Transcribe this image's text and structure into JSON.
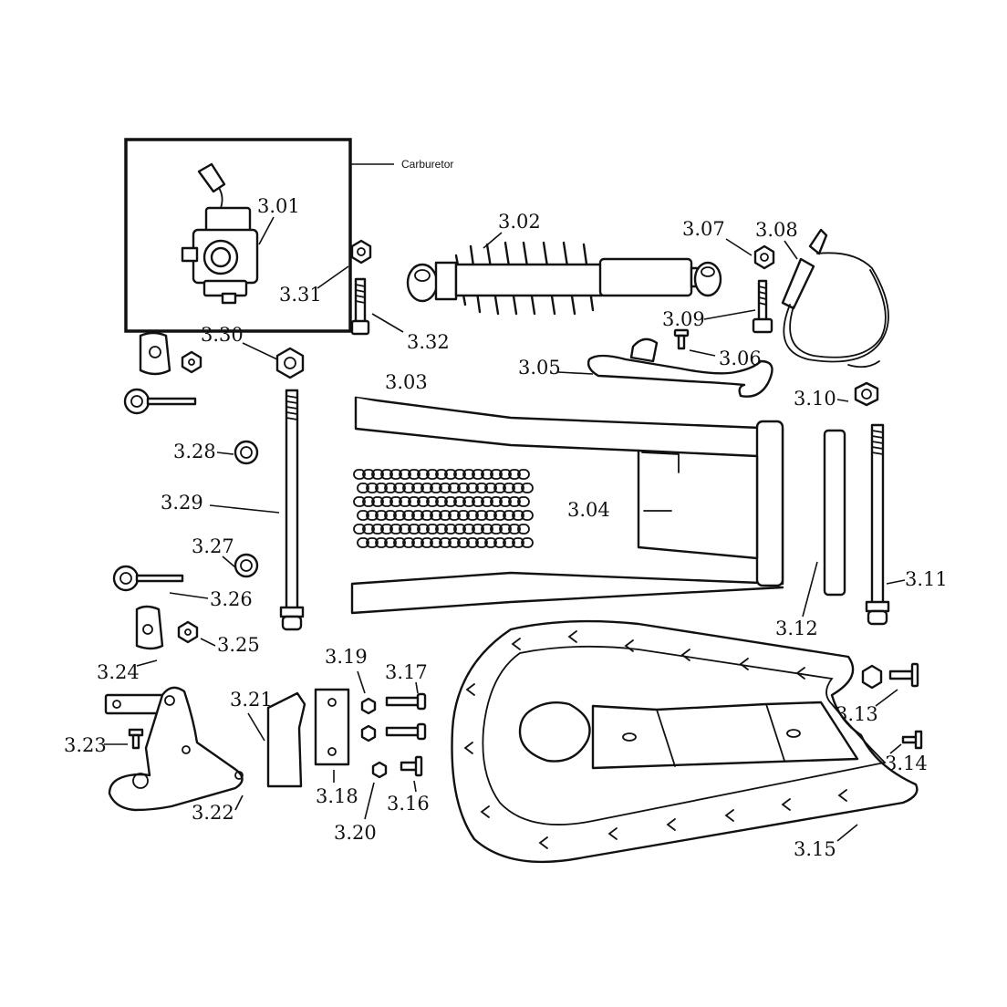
{
  "carburetor_box": {
    "caption": "Carburetor"
  },
  "callouts": {
    "c301": "3.01",
    "c302": "3.02",
    "c303": "3.03",
    "c304": "3.04",
    "c305": "3.05",
    "c306": "3.06",
    "c307": "3.07",
    "c308": "3.08",
    "c309": "3.09",
    "c310": "3.10",
    "c311": "3.11",
    "c312": "3.12",
    "c313": "3.13",
    "c314": "3.14",
    "c315": "3.15",
    "c316": "3.16",
    "c317": "3.17",
    "c318": "3.18",
    "c319": "3.19",
    "c320": "3.20",
    "c321": "3.21",
    "c322": "3.22",
    "c323": "3.23",
    "c324": "3.24",
    "c325": "3.25",
    "c326": "3.26",
    "c327": "3.27",
    "c328": "3.28",
    "c329": "3.29",
    "c330": "3.30",
    "c331": "3.31",
    "c332": "3.32"
  },
  "colors": {
    "ink": "#111111",
    "paper": "#ffffff"
  }
}
